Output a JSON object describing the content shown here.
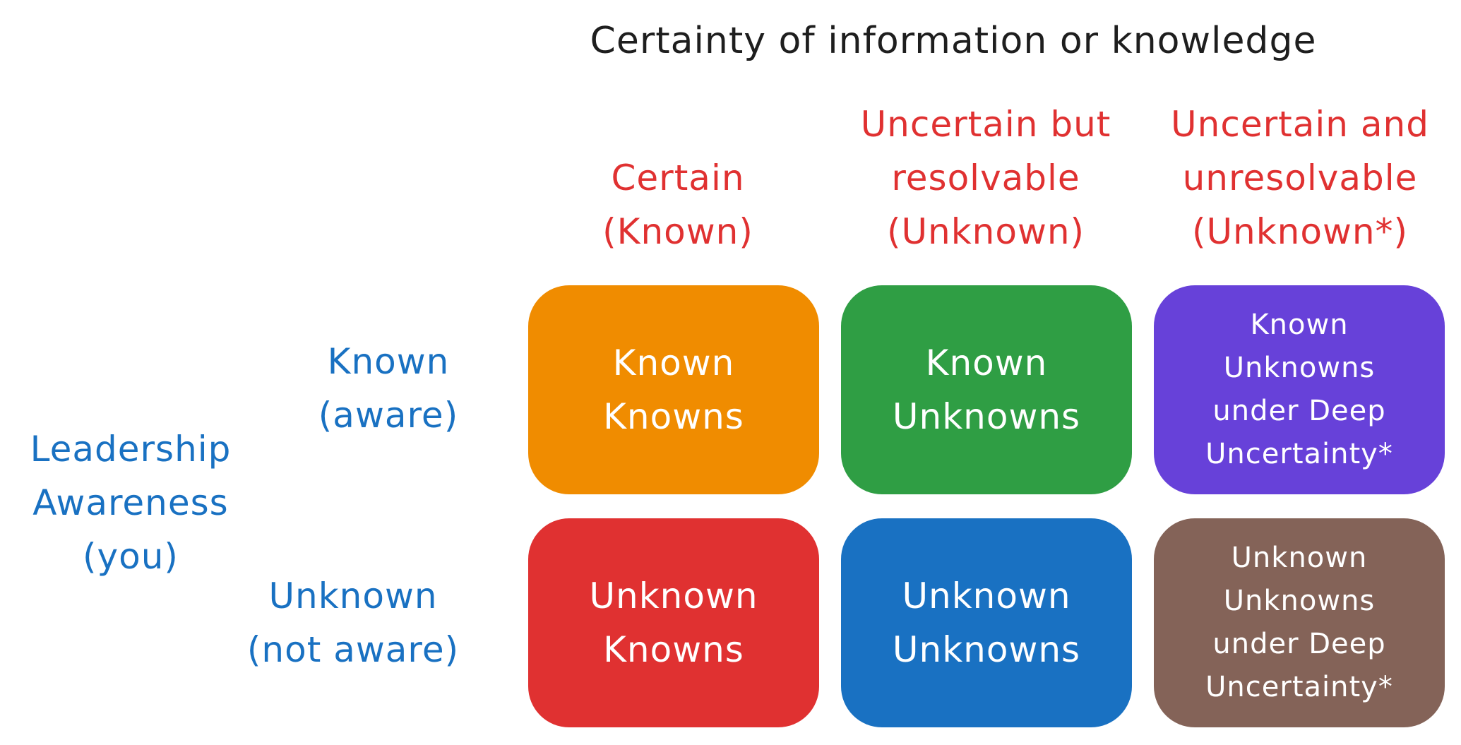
{
  "title": "Certainty of information or knowledge",
  "columns": [
    {
      "lines": [
        "Certain",
        "(Known)"
      ]
    },
    {
      "lines": [
        "Uncertain but",
        "resolvable",
        "(Unknown)"
      ]
    },
    {
      "lines": [
        "Uncertain and",
        "unresolvable",
        "(Unknown*)"
      ]
    }
  ],
  "axis_label": {
    "lines": [
      "Leadership",
      "Awareness",
      "(you)"
    ]
  },
  "rows": [
    {
      "lines": [
        "Known",
        "(aware)"
      ]
    },
    {
      "lines": [
        "Unknown",
        "(not aware)"
      ]
    }
  ],
  "cells": [
    [
      {
        "lines": [
          "Known",
          "Knowns"
        ],
        "color": "#f08c00"
      },
      {
        "lines": [
          "Known",
          "Unknowns"
        ],
        "color": "#2f9e44"
      },
      {
        "lines": [
          "Known",
          "Unknowns",
          "under Deep",
          "Uncertainty*"
        ],
        "color": "#6741d9"
      }
    ],
    [
      {
        "lines": [
          "Unknown",
          "Knowns"
        ],
        "color": "#e03131"
      },
      {
        "lines": [
          "Unknown",
          "Unknowns"
        ],
        "color": "#1971c2"
      },
      {
        "lines": [
          "Unknown",
          "Unknowns",
          "under Deep",
          "Uncertainty*"
        ],
        "color": "#846358"
      }
    ]
  ]
}
